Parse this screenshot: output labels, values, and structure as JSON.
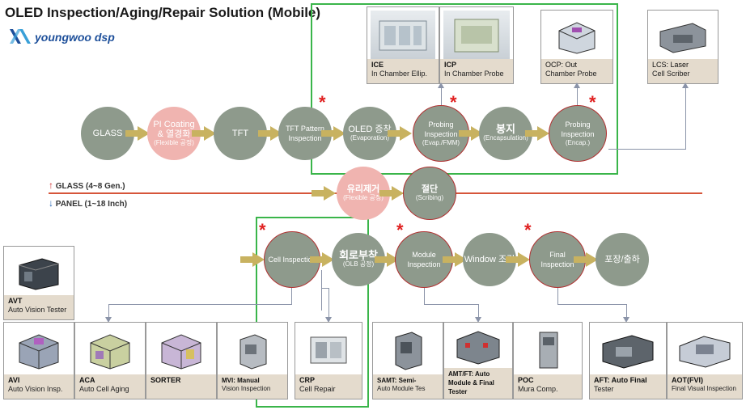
{
  "title": "OLED Inspection/Aging/Repair Solution (Mobile)",
  "logo": {
    "text": "youngwoo dsp"
  },
  "top_cards": [
    {
      "id": "ice",
      "name": "ICE",
      "desc": "In Chamber Ellip."
    },
    {
      "id": "icp",
      "name": "ICP",
      "desc": "In Chamber Probe"
    },
    {
      "id": "ocp",
      "name": "OCP: Out",
      "desc": "Chamber Probe"
    },
    {
      "id": "lcs",
      "name": "LCS: Laser",
      "desc": "Cell Scriber"
    }
  ],
  "flow_top": [
    {
      "id": "glass",
      "l1": "GLASS",
      "l2": ""
    },
    {
      "id": "pi",
      "l1": "PI Coating & 열경화",
      "l2": "(Flexible 공정)"
    },
    {
      "id": "tft",
      "l1": "TFT",
      "l2": ""
    },
    {
      "id": "tft-pattern",
      "l1": "TFT Pattern Inspection",
      "l2": ""
    },
    {
      "id": "oled",
      "l1": "OLED 증착",
      "l2": "(Evaporation)"
    },
    {
      "id": "probe1",
      "l1": "Probing Inspection",
      "l2": "(Evap./FMM)"
    },
    {
      "id": "encap",
      "l1": "봉지",
      "l2": "(Encapsulation)"
    },
    {
      "id": "probe2",
      "l1": "Probing Inspection",
      "l2": "(Encap.)"
    }
  ],
  "flow_mid": [
    {
      "id": "glass-removal",
      "l1": "유리제거",
      "l2": "(Flexible 공정)"
    },
    {
      "id": "scribing",
      "l1": "절단",
      "l2": "(Scribing)"
    }
  ],
  "flow_bottom": [
    {
      "id": "cell",
      "l1": "Cell Inspection",
      "l2": ""
    },
    {
      "id": "olb",
      "l1": "회로부착",
      "l2": "(OLB 공정)"
    },
    {
      "id": "module",
      "l1": "Module Inspection",
      "l2": ""
    },
    {
      "id": "window",
      "l1": "Window 조립",
      "l2": ""
    },
    {
      "id": "final",
      "l1": "Final Inspection",
      "l2": ""
    },
    {
      "id": "pack",
      "l1": "포장/출하",
      "l2": ""
    }
  ],
  "legend": {
    "glass": "GLASS (4~8 Gen.)",
    "panel": "PANEL (1~18 Inch)"
  },
  "avt_card": {
    "name": "AVT",
    "desc": "Auto Vision Tester"
  },
  "bottom_cards": [
    {
      "id": "avi",
      "name": "AVI",
      "desc": "Auto Vision Insp."
    },
    {
      "id": "aca",
      "name": "ACA",
      "desc": "Auto Cell Aging"
    },
    {
      "id": "sorter",
      "name": "SORTER",
      "desc": ""
    },
    {
      "id": "mvi",
      "name": "MVI: Manual",
      "desc": "Vision Inspection"
    },
    {
      "id": "crp",
      "name": "CRP",
      "desc": "Cell Repair"
    },
    {
      "id": "samt",
      "name": "SAMT: Semi-",
      "desc": "Auto Module Tes"
    },
    {
      "id": "amt",
      "name": "AMT/FT: Auto Module & Final Tester",
      "desc": ""
    },
    {
      "id": "poc",
      "name": "POC",
      "desc": "Mura Comp."
    },
    {
      "id": "aft",
      "name": "AFT: Auto Final",
      "desc": "Tester"
    },
    {
      "id": "aot",
      "name": "AOT(FVI)",
      "desc": "Final Visual Inspection"
    }
  ],
  "colors": {
    "node": "#8e9a8c",
    "pink": "#f0b4b0",
    "star": "#e02020",
    "green_box": "#3ab54a",
    "line": "#d6553a",
    "arrow": "#c8b260"
  },
  "star_symbol": "*"
}
